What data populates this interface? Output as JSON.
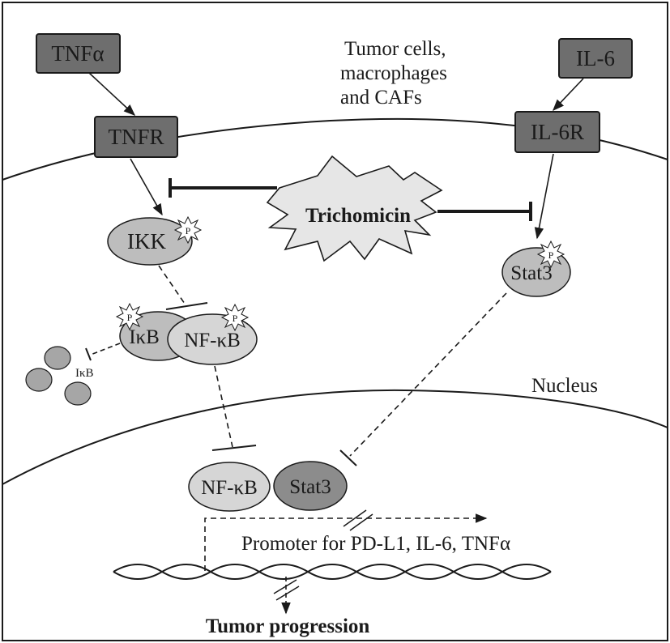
{
  "receptors": {
    "tnfa": "TNFα",
    "tnfr": "TNFR",
    "il6": "IL-6",
    "il6r": "IL-6R"
  },
  "cell_types": {
    "line1": "Tumor cells,",
    "line2": "macrophages",
    "line3": "and CAFs"
  },
  "drug": "Trichomicin",
  "proteins": {
    "ikk": "IKK",
    "ikb": "IκB",
    "nfkb": "NF-κB",
    "stat3": "Stat3",
    "nfkb_nuclear": "NF-κB",
    "stat3_nuclear": "Stat3",
    "ikb_degraded": "IκB"
  },
  "phospho_mark": "P",
  "nucleus": "Nucleus",
  "promoter": "Promoter for PD-L1, IL-6, TNFα",
  "outcome": "Tumor progression",
  "colors": {
    "box_fill": "#6e6e6e",
    "protein_fill": "#bdbdbd",
    "nfkb_fill": "#d6d6d6",
    "stat3_nuclear_fill": "#8c8c8c",
    "degraded_fill": "#a6a6a6",
    "line": "#1a1a1a"
  }
}
